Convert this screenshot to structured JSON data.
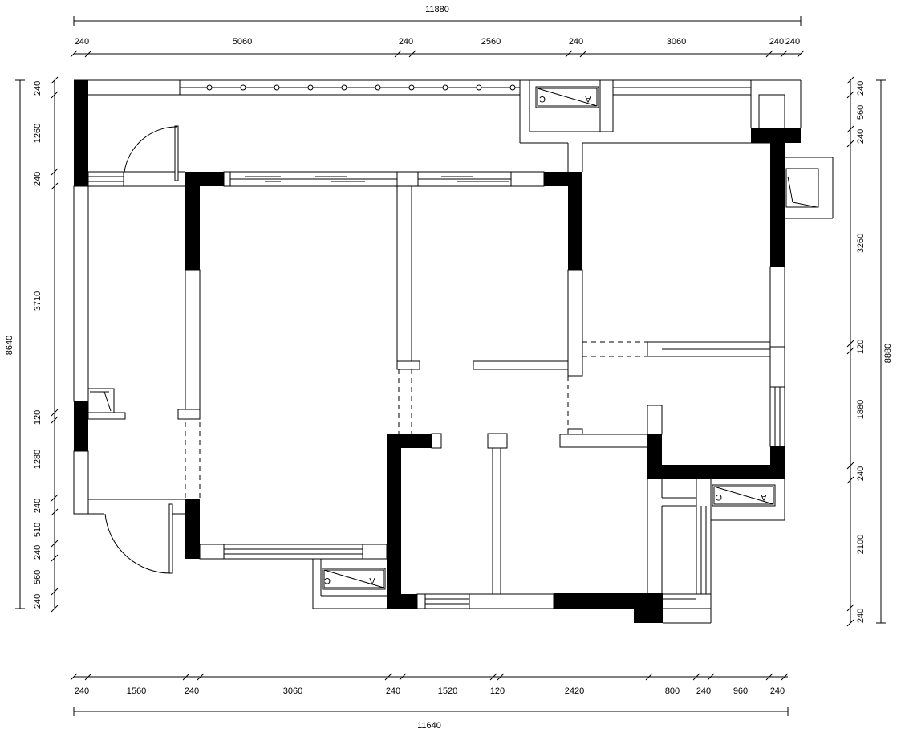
{
  "plan": {
    "top_total": "11880",
    "top_segments": [
      "240",
      "5060",
      "240",
      "2560",
      "240",
      "3060",
      "240",
      "240"
    ],
    "bottom_total": "11640",
    "bottom_segments": [
      "240",
      "1560",
      "240",
      "3060",
      "240",
      "1520",
      "120",
      "2420",
      "800",
      "240",
      "960",
      "240"
    ],
    "left_total": "8640",
    "left_segments": [
      "240",
      "1260",
      "240",
      "3710",
      "120",
      "1280",
      "240",
      "510",
      "240",
      "560",
      "240"
    ],
    "right_total": "8880",
    "right_segments": [
      "240",
      "560",
      "240",
      "3260",
      "120",
      "1880",
      "240",
      "2100",
      "240"
    ],
    "ac_label_a": "A",
    "ac_label_c": "C"
  }
}
